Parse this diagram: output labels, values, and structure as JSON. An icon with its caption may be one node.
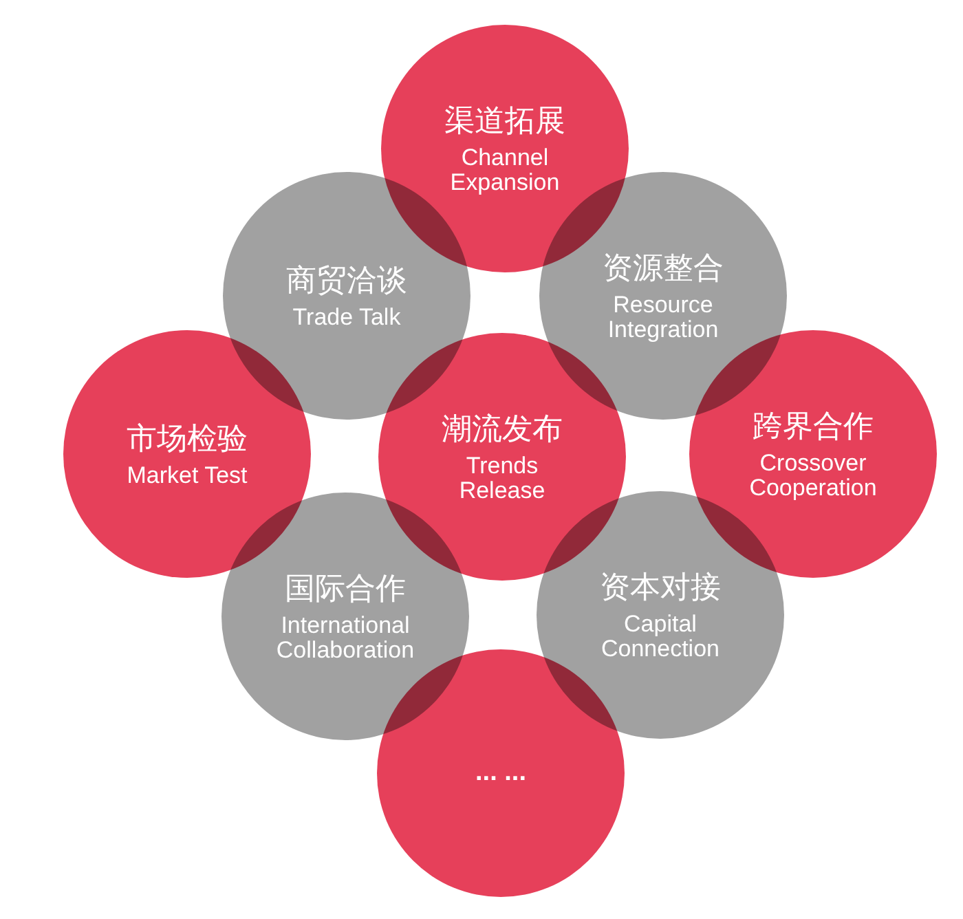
{
  "diagram": {
    "nodes": [
      {
        "text": [
          "渠道拓展",
          "Channel Expansion"
        ]
      },
      {
        "text": [
          "商贸洽谈",
          "Trade Talk"
        ]
      },
      {
        "text": [
          "资源整合",
          "Resource Integration"
        ]
      },
      {
        "text": [
          "市场检验",
          "Market Test"
        ]
      },
      {
        "text": [
          "潮流发布",
          "Trends Release"
        ]
      },
      {
        "text": [
          "跨界合作",
          "Crossover Cooperation"
        ]
      },
      {
        "text": [
          "国际合作",
          "International Collaboration"
        ]
      },
      {
        "text": [
          "资本对接",
          "Capital Connection"
        ]
      },
      {
        "text": [
          "... ..."
        ]
      }
    ]
  }
}
